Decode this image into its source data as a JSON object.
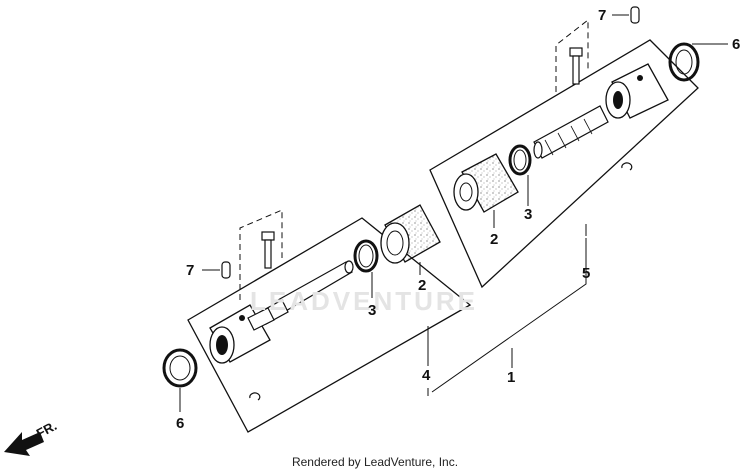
{
  "callouts": {
    "n1": "1",
    "n2_left": "2",
    "n2_right": "2",
    "n3_left": "3",
    "n3_right": "3",
    "n4": "4",
    "n5": "5",
    "n6_left": "6",
    "n6_right": "6",
    "n7_left": "7",
    "n7_right": "7"
  },
  "direction_label": "FR.",
  "watermark": "LEADVENTURE",
  "credit": "Rendered by LeadVenture, Inc.",
  "icons": {
    "direction": "front-arrow-icon"
  },
  "colors": {
    "line": "#111111",
    "watermark": "#e4e4e4",
    "background": "#ffffff"
  }
}
